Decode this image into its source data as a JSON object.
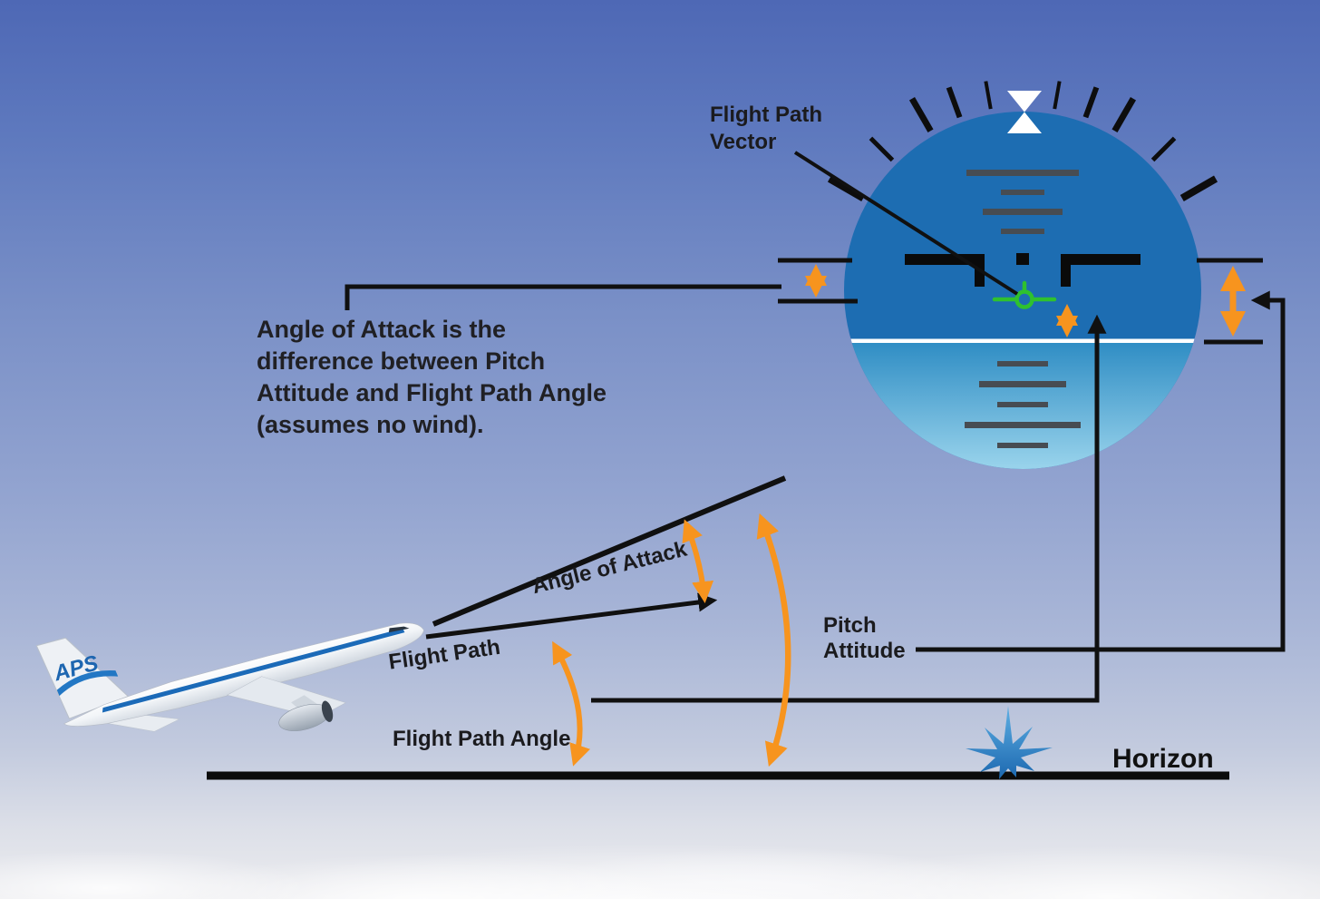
{
  "labels": {
    "flight_path_vector": "Flight Path\nVector",
    "aoa_description": "Angle of Attack is the\ndifference between Pitch\nAttitude and Flight Path Angle\n(assumes no wind).",
    "angle_of_attack": "Angle of Attack",
    "flight_path": "Flight Path",
    "flight_path_angle": "Flight Path Angle",
    "pitch_attitude": "Pitch\nAttitude",
    "horizon": "Horizon"
  },
  "airplane": {
    "tail_logo": "APS"
  },
  "colors": {
    "annotation_orange": "#F7941E",
    "fpv_green": "#2FC12F",
    "adi_upper_blue": "#1D6DB2",
    "adi_lower_blue": "#8FCDE8",
    "line_black": "#101010",
    "text_dark": "#1B1B1E"
  }
}
